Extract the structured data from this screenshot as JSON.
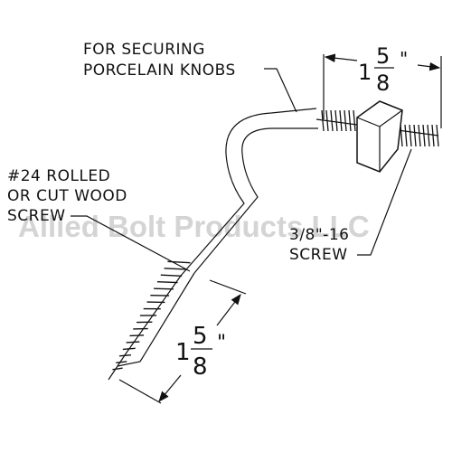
{
  "watermark": "Allied Bolt Products LLC",
  "callouts": {
    "top": {
      "line1": "FOR SECURING",
      "line2": "PORCELAIN KNOBS"
    },
    "left": {
      "line1": "#24 ROLLED",
      "line2": "OR CUT WOOD",
      "line3": "SCREW"
    },
    "right": {
      "line1": "3/8\"-16",
      "line2": "SCREW"
    }
  },
  "dimensions": {
    "top": {
      "whole": "1",
      "numerator": "5",
      "denominator": "8",
      "unit": "\""
    },
    "bottom": {
      "whole": "1",
      "numerator": "5",
      "denominator": "8",
      "unit": "\""
    }
  },
  "colors": {
    "ink": "#111111",
    "watermark": "#d4d4d4",
    "background": "#ffffff"
  }
}
